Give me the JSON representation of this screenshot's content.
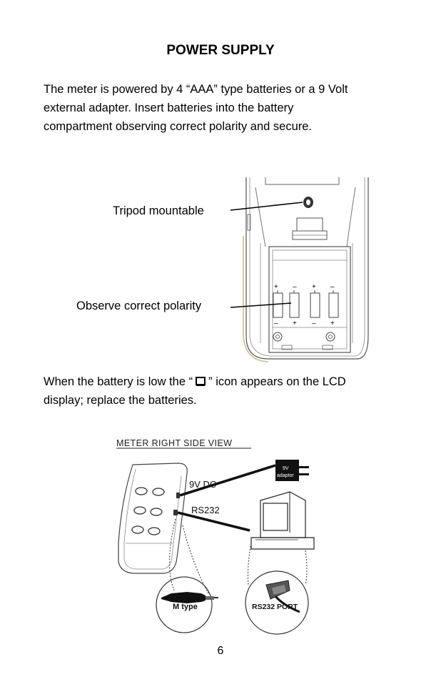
{
  "page": {
    "title": "POWER SUPPLY",
    "intro_line1": "The meter is powered by 4 “AAA” type batteries or a 9 Volt",
    "intro_line2": "external adapter.  Insert batteries into the battery",
    "intro_line3": "compartment observing correct polarity and secure.",
    "low_battery_before": "When the battery is low the “",
    "low_battery_after": "” icon appears on the LCD",
    "low_battery_line2": "display; replace the batteries.",
    "page_number": "6"
  },
  "figure_back": {
    "callout_tripod": "Tripod mountable",
    "callout_polarity": "Observe correct polarity",
    "polarity_plus": "+",
    "polarity_minus": "–"
  },
  "figure_side": {
    "heading": "METER RIGHT SIDE VIEW",
    "label_9vdc": "9V DC",
    "label_rs232": "RS232",
    "adaptor_line1": "9V",
    "adaptor_line2": "adaptor",
    "connector_mtype": "M type",
    "connector_rs232port": "RS232 PORT"
  },
  "icons": {
    "low_battery": "battery-icon"
  }
}
